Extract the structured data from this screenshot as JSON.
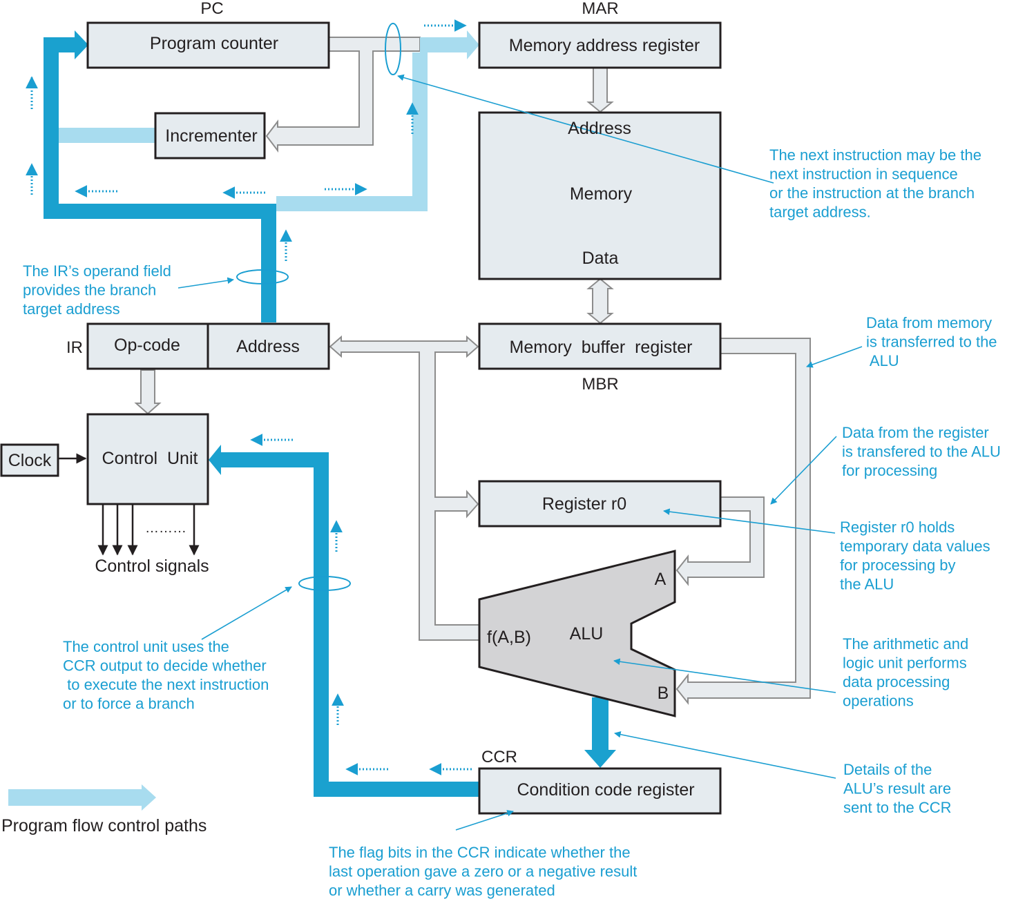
{
  "registers": {
    "pc_tag": "PC",
    "pc": "Program counter",
    "mar_tag": "MAR",
    "mar": "Memory address register",
    "incrementer": "Incrementer",
    "memory_address": "Address",
    "memory": "Memory",
    "memory_data": "Data",
    "ir_tag": "IR",
    "opcode": "Op-code",
    "ir_address": "Address",
    "mbr": "Memory  buffer  register",
    "mbr_tag": "MBR",
    "clock": "Clock",
    "control_unit": "Control  Unit",
    "control_signals": "Control signals",
    "control_dots": "………",
    "r0": "Register r0",
    "alu": "ALU",
    "alu_a": "A",
    "alu_b": "B",
    "alu_f": "f(A,B)",
    "ccr_tag": "CCR",
    "ccr": "Condition code register"
  },
  "legend": {
    "label": "Program flow control paths"
  },
  "notes": {
    "next_instruction": [
      "The next instruction may be the",
      "next instruction in sequence",
      "or the instruction at the branch",
      "target address."
    ],
    "ir_operand": [
      "The IR’s operand field",
      "provides the branch",
      "target address"
    ],
    "data_from_memory": [
      "Data from memory",
      "is transferred to the",
      " ALU"
    ],
    "data_from_register": [
      "Data from the register",
      "is transfered to the ALU",
      "for processing"
    ],
    "r0_holds": [
      "Register r0 holds",
      "temporary data values",
      "for processing by",
      "the ALU"
    ],
    "alu_performs": [
      "The arithmetic and",
      "logic unit performs",
      "data processing",
      "operations"
    ],
    "control_uses_ccr": [
      "The control unit  uses the",
      "CCR output to decide whether",
      " to execute the next instruction",
      "or to force a branch"
    ],
    "details_to_ccr": [
      "Details of the",
      "ALU’s result are",
      "sent to the CCR"
    ],
    "flag_bits": [
      "The flag bits in the CCR indicate whether the",
      "last operation gave a zero or a negative result",
      "or whether a carry was generated"
    ]
  },
  "colors": {
    "dark_path": "#1aa1cf",
    "light_path": "#a8dcef",
    "gray_path": "#e8ecef",
    "box_fill": "#e5ebef",
    "alu_fill": "#d3d3d5",
    "annotation": "#1a9ed1"
  }
}
